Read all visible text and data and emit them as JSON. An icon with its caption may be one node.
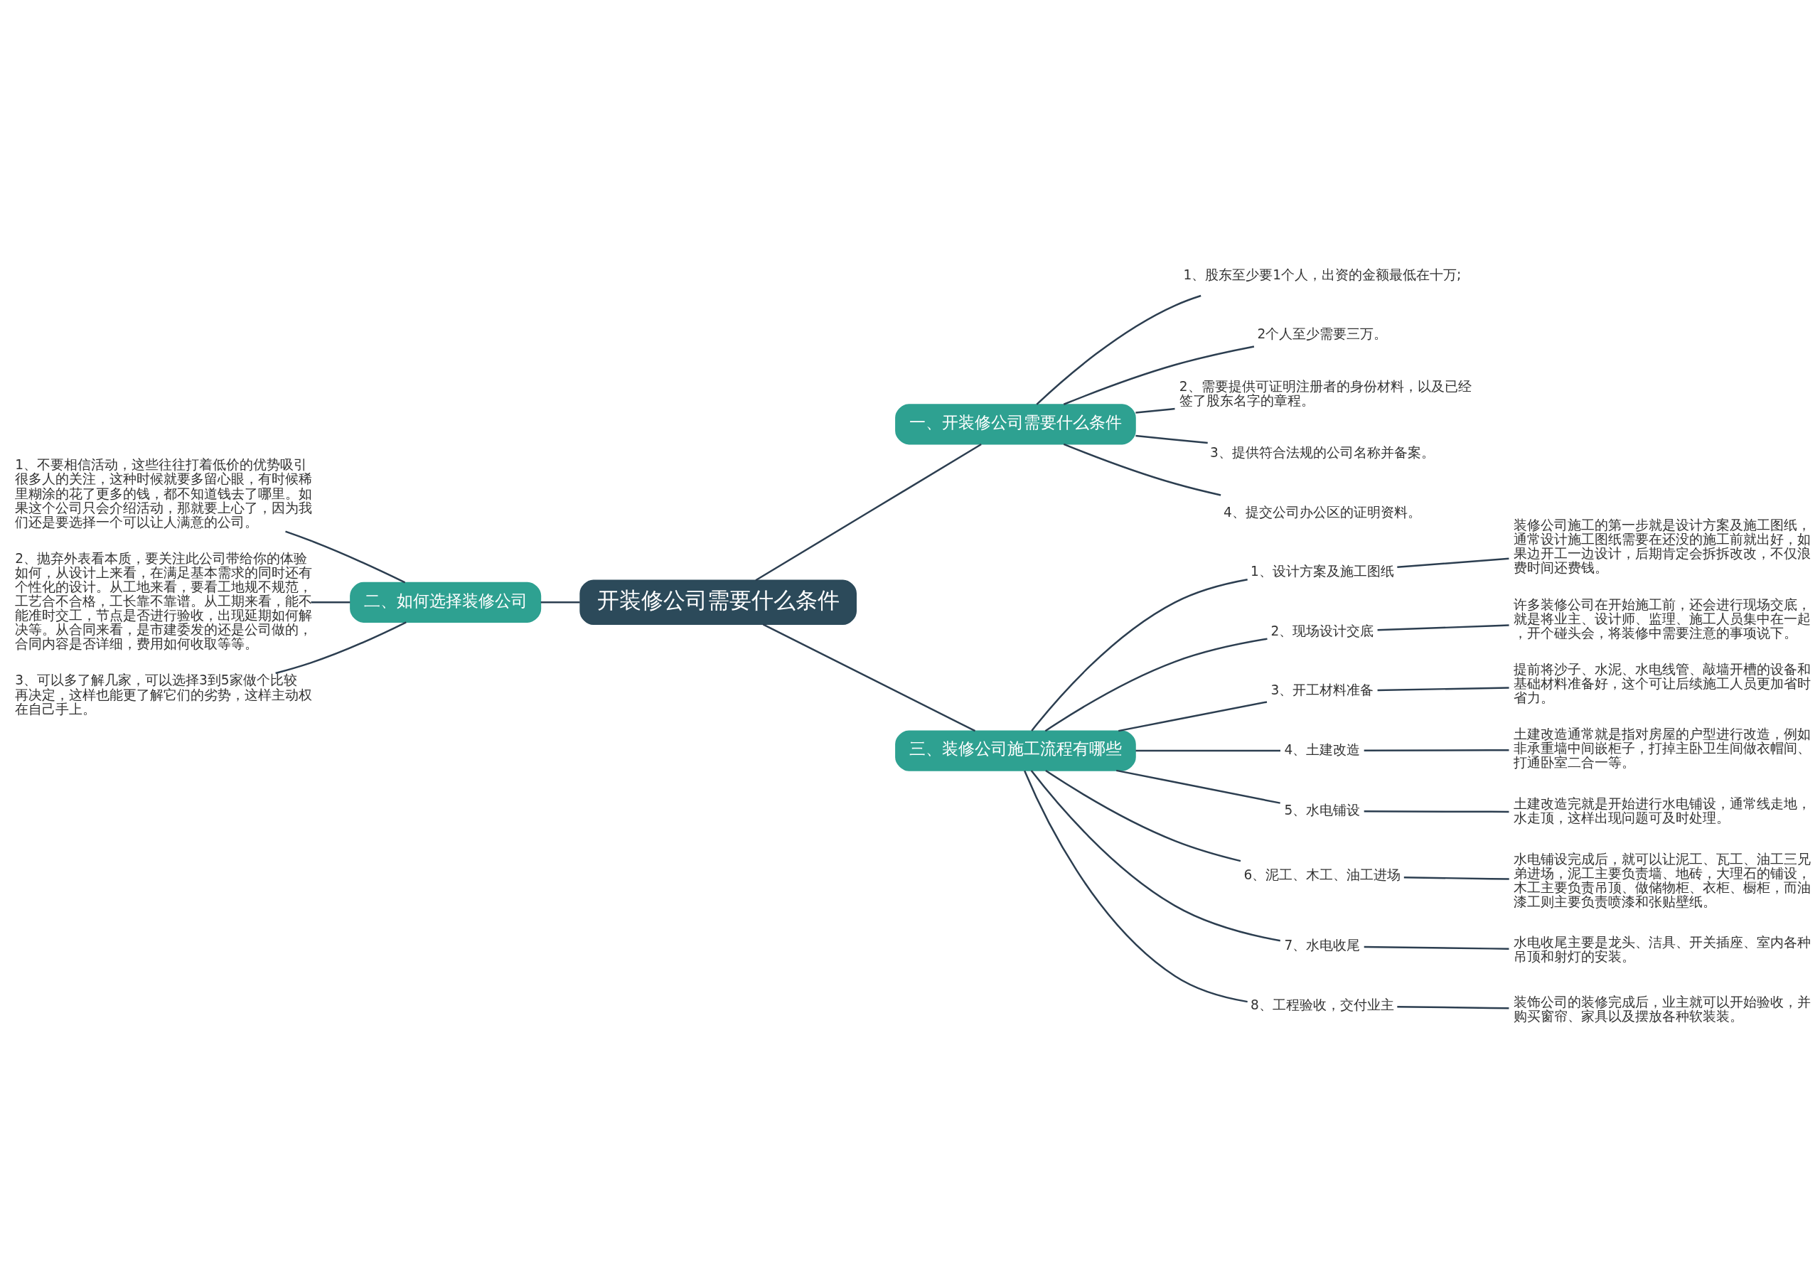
{
  "diagram": {
    "nodes": [
      {
        "text": [
          "开装修公司需要什么条件"
        ]
      },
      {
        "text": [
          "一、开装修公司需要什么条件"
        ]
      },
      {
        "text": [
          "1、股东至少要1个人，出资的金额最低在十万;"
        ]
      },
      {
        "text": [
          "2个人至少需要三万。"
        ]
      },
      {
        "text": [
          "2、需要提供可证明注册者的身份材料，以及已经签了股东名字的章程。"
        ]
      },
      {
        "text": [
          "3、提供符合法规的公司名称并备案。"
        ]
      },
      {
        "text": [
          "4、提交公司办公区的证明资料。"
        ]
      },
      {
        "text": [
          "二、如何选择装修公司"
        ]
      },
      {
        "text": [
          "1、不要相信活动，这些往往打着低价的优势吸引很多人的关注，这种时候就要多留心眼，有时候稀里糊涂的花了更多的钱，都不知道钱去了哪里。如果这个公司只会介绍活动，那就要上心了，因为我们还是要选择一个可以让人满意的公司。"
        ]
      },
      {
        "text": [
          "2、抛弃外表看本质，要关注此公司带给你的体验如何，从设计上来看，在满足基本需求的同时还有个性化的设计。从工地来看，要看工地规不规范，工艺合不合格，工长靠不靠谱。从工期来看，能不能准时交工，节点是否进行验收，出现延期如何解决等。从合同来看，是市建委发的还是公司做的，合同内容是否详细，费用如何收取等等。"
        ]
      },
      {
        "text": [
          "3、可以多了解几家，可以选择3到5家做个比较再决定，这样也能更了解它们的劣势，这样主动权在自己手上。"
        ]
      },
      {
        "text": [
          "三、装修公司施工流程有哪些"
        ]
      },
      {
        "text": [
          "1、设计方案及施工图纸"
        ]
      },
      {
        "text": [
          "装修公司施工的第一步就是设计方案及施工图纸，通常设计施工图纸需要在还没的施工前就出好，如果边开工一边设计，后期肯定会拆拆改改，不仅浪费时间还费钱。"
        ]
      },
      {
        "text": [
          "2、现场设计交底"
        ]
      },
      {
        "text": [
          "许多装修公司在开始施工前，还会进行现场交底，就是将业主、设计师、监理、施工人员集中在一起，开个碰头会，将装修中需要注意的事项说下。"
        ]
      },
      {
        "text": [
          "3、开工材料准备"
        ]
      },
      {
        "text": [
          "提前将沙子、水泥、水电线管、敲墙开槽的设备和基础材料准备好，这个可让后续施工人员更加省时省力。"
        ]
      },
      {
        "text": [
          "4、土建改造"
        ]
      },
      {
        "text": [
          "土建改造通常就是指对房屋的户型进行改造，例如非承重墙中间嵌柜子，打掉主卧卫生间做衣帽间、打通卧室二合一等。"
        ]
      },
      {
        "text": [
          "5、水电铺设"
        ]
      },
      {
        "text": [
          "土建改造完就是开始进行水电铺设，通常线走地，水走顶，这样出现问题可及时处理。"
        ]
      },
      {
        "text": [
          "6、泥工、木工、油工进场"
        ]
      },
      {
        "text": [
          "水电铺设完成后，就可以让泥工、瓦工、油工三兄弟进场，泥工主要负责墙、地砖，大理石的铺设，木工主要负责吊顶、做储物柜、衣柜、橱柜，而油漆工则主要负责喷漆和张贴壁纸。"
        ]
      },
      {
        "text": [
          "7、水电收尾"
        ]
      },
      {
        "text": [
          "水电收尾主要是龙头、洁具、开关插座、室内各种吊顶和射灯的安装。"
        ]
      },
      {
        "text": [
          "8、工程验收，交付业主"
        ]
      },
      {
        "text": [
          "装饰公司的装修完成后，业主就可以开始验收，并购买窗帘、家具以及摆放各种软装装。"
        ]
      }
    ],
    "edges": [
      {
        "from": 0,
        "to": 1,
        "arrow": "none"
      },
      {
        "from": 1,
        "to": 2,
        "arrow": "none"
      },
      {
        "from": 1,
        "to": 3,
        "arrow": "none"
      },
      {
        "from": 1,
        "to": 4,
        "arrow": "none"
      },
      {
        "from": 1,
        "to": 5,
        "arrow": "none"
      },
      {
        "from": 1,
        "to": 6,
        "arrow": "none"
      },
      {
        "from": 0,
        "to": 7,
        "arrow": "none"
      },
      {
        "from": 7,
        "to": 8,
        "arrow": "none"
      },
      {
        "from": 7,
        "to": 9,
        "arrow": "none"
      },
      {
        "from": 7,
        "to": 10,
        "arrow": "none"
      },
      {
        "from": 0,
        "to": 11,
        "arrow": "none"
      },
      {
        "from": 11,
        "to": 12,
        "arrow": "none"
      },
      {
        "from": 12,
        "to": 13,
        "arrow": "none"
      },
      {
        "from": 11,
        "to": 14,
        "arrow": "none"
      },
      {
        "from": 14,
        "to": 15,
        "arrow": "none"
      },
      {
        "from": 11,
        "to": 16,
        "arrow": "none"
      },
      {
        "from": 16,
        "to": 17,
        "arrow": "none"
      },
      {
        "from": 11,
        "to": 18,
        "arrow": "none"
      },
      {
        "from": 18,
        "to": 19,
        "arrow": "none"
      },
      {
        "from": 11,
        "to": 20,
        "arrow": "none"
      },
      {
        "from": 20,
        "to": 21,
        "arrow": "none"
      },
      {
        "from": 11,
        "to": 22,
        "arrow": "none"
      },
      {
        "from": 22,
        "to": 23,
        "arrow": "none"
      },
      {
        "from": 11,
        "to": 24,
        "arrow": "none"
      },
      {
        "from": 24,
        "to": 25,
        "arrow": "none"
      },
      {
        "from": 11,
        "to": 26,
        "arrow": "none"
      },
      {
        "from": 26,
        "to": 27,
        "arrow": "none"
      }
    ]
  }
}
